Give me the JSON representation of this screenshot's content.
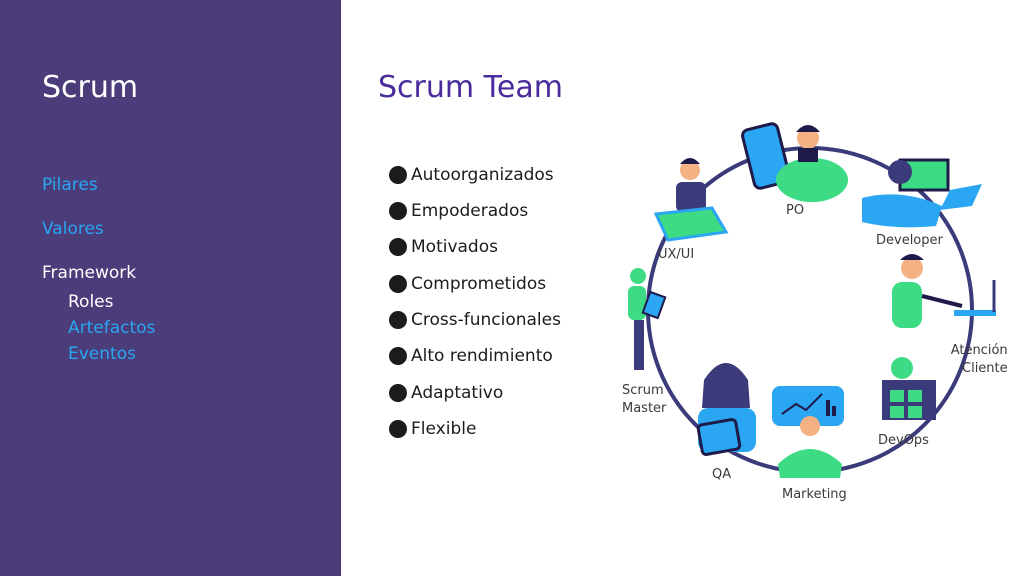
{
  "sidebar": {
    "title": "Scrum",
    "items": [
      {
        "label": "Pilares",
        "active": false
      },
      {
        "label": "Valores",
        "active": false
      },
      {
        "label": "Framework",
        "active": true
      },
      {
        "label": "Roles",
        "active": true,
        "sub": true
      },
      {
        "label": "Artefactos",
        "active": false,
        "sub": true
      },
      {
        "label": "Eventos",
        "active": false,
        "sub": true
      }
    ]
  },
  "main": {
    "title": "Scrum Team",
    "bullets": [
      "Autoorganizados",
      "Empoderados",
      "Motivados",
      "Comprometidos",
      "Cross-funcionales",
      "Alto rendimiento",
      "Adaptativo",
      "Flexible"
    ]
  },
  "diagram": {
    "roles": {
      "po": "PO",
      "uxui": "UX/UI",
      "developer": "Developer",
      "atencion_line1": "Atención",
      "atencion_line2": "Cliente",
      "scrum_line1": "Scrum",
      "scrum_line2": "Master",
      "devops": "DevOps",
      "qa": "QA",
      "marketing": "Marketing"
    }
  },
  "colors": {
    "sidebar_bg": "#4b3c7a",
    "accent_blue": "#2aa6f2",
    "title_purple": "#4a2b9c",
    "green": "#3ddc84",
    "circle": "#3b3a7a"
  }
}
